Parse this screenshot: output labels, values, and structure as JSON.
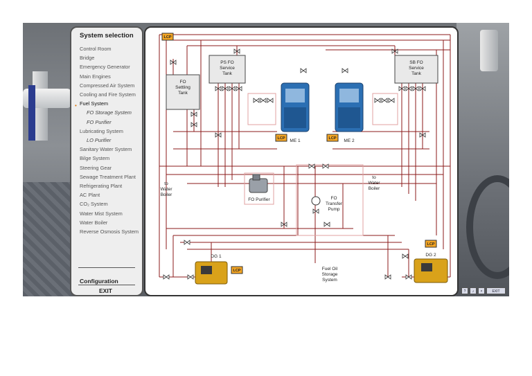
{
  "menu": {
    "title": "System selection",
    "items": [
      {
        "label": "Control Room"
      },
      {
        "label": "Bridge"
      },
      {
        "label": "Emergency Generator"
      },
      {
        "label": "Main Engines"
      },
      {
        "label": "Compressed Air System"
      },
      {
        "label": "Cooling and Fire System"
      },
      {
        "label": "Fuel System",
        "active": true
      },
      {
        "label": "FO Storage System",
        "sub": true
      },
      {
        "label": "FO Purifier",
        "sub": true
      },
      {
        "label": "Lubricating System"
      },
      {
        "label": "LO Purifier",
        "sub": true
      },
      {
        "label": "Sanitary Water System"
      },
      {
        "label": "Bilge System"
      },
      {
        "label": "Steering Gear"
      },
      {
        "label": "Sewage Treatment Plant"
      },
      {
        "label": "Refrigerating Plant"
      },
      {
        "label": "AC Plant"
      },
      {
        "label": "CO₂  System"
      },
      {
        "label": "Water Mist System"
      },
      {
        "label": "Water Boiler"
      },
      {
        "label": "Reverse Osmosis System"
      }
    ],
    "configuration_label": "Configuration",
    "exit_label": "EXIT"
  },
  "diagram": {
    "lcp_label": "LCP",
    "fo_settling_tank": [
      "FO",
      "Settling",
      "Tank"
    ],
    "ps_fo_service_tank": [
      "PS FO",
      "Service",
      "Tank"
    ],
    "sb_fo_service_tank": [
      "SB FO",
      "Service",
      "Tank"
    ],
    "me1_label": "ME 1",
    "me2_label": "ME 2",
    "fo_purifier_label": "FO Purifier",
    "fo_transfer_pump": [
      "FO",
      "Transfer",
      "Pump"
    ],
    "to_water_boiler_left": [
      "to",
      "Water",
      "Boiler"
    ],
    "to_water_boiler_right": [
      "to",
      "Water",
      "Boiler"
    ],
    "dg1_label": "DG 1",
    "dg2_label": "DG 2",
    "fuel_oil_storage": [
      "Fuel Oil",
      "Storage",
      "System"
    ]
  },
  "toolbar": {
    "exit_label": "EXIT"
  },
  "colors": {
    "pipe": "#8b1a1a",
    "lcp": "#f5a623",
    "engine": "#2b6fb3",
    "generator": "#d9a21a"
  }
}
